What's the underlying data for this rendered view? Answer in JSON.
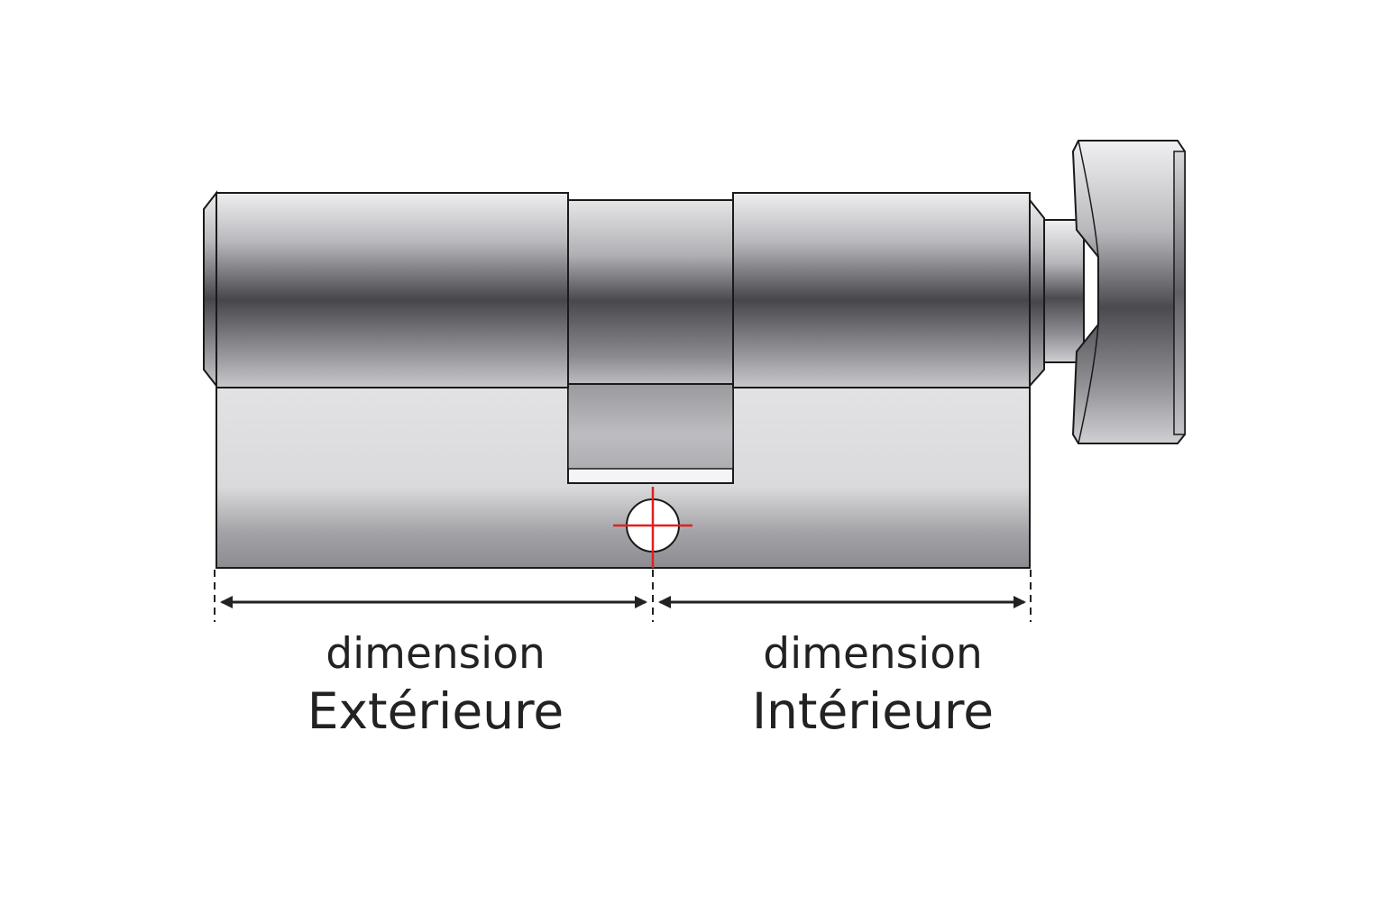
{
  "diagram": {
    "left_label": {
      "line1": "dimension",
      "line2": "Extérieure"
    },
    "right_label": {
      "line1": "dimension",
      "line2": "Intérieure"
    },
    "colors": {
      "outline": "#1a1a1a",
      "metal_dark": "#45454a",
      "metal_light": "#e6e6e8",
      "crosshair": "#e02020",
      "arrow": "#222222",
      "text": "#222222"
    },
    "icons": [
      "crosshair-icon",
      "double-arrow-icon"
    ]
  }
}
